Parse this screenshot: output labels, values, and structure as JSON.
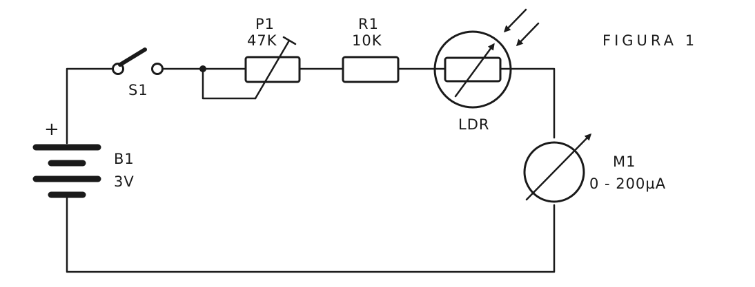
{
  "figure_title": "FIGURA 1",
  "components": {
    "battery": {
      "ref": "B1",
      "value": "3V",
      "plus": "+"
    },
    "switch": {
      "ref": "S1"
    },
    "potentiometer": {
      "ref": "P1",
      "value": "47K"
    },
    "resistor": {
      "ref": "R1",
      "value": "10K"
    },
    "ldr": {
      "ref": "LDR"
    },
    "meter": {
      "ref": "M1",
      "value": "0 - 200µA"
    }
  },
  "colors": {
    "ink": "#1a1a1a",
    "paper": "#ffffff"
  }
}
